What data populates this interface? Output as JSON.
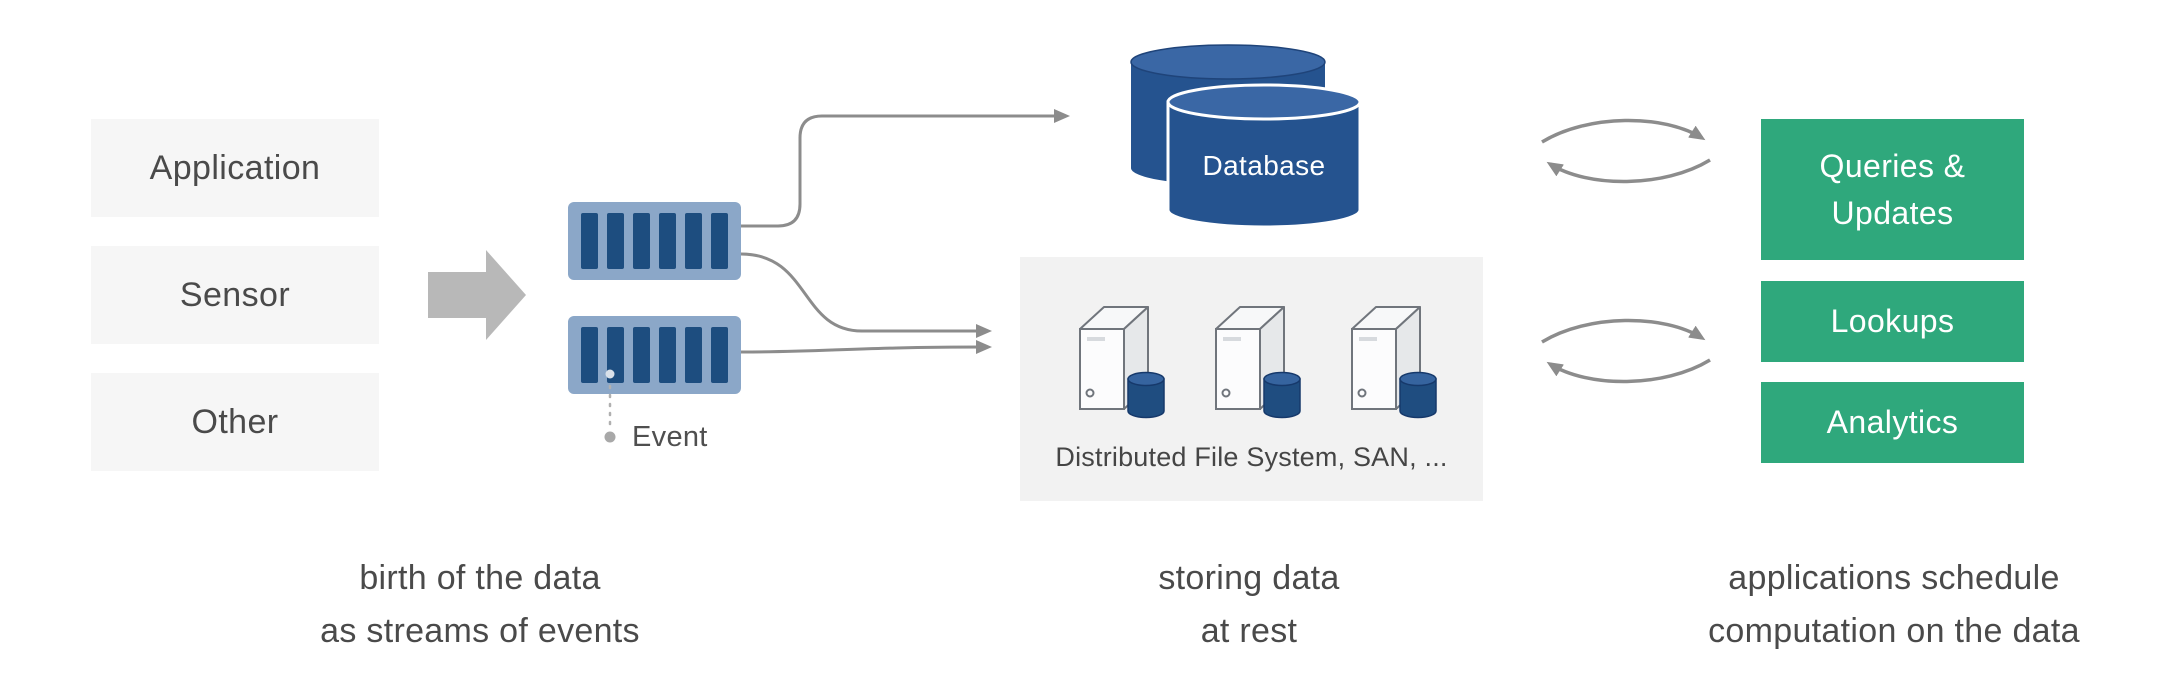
{
  "sources": {
    "items": [
      {
        "label": "Application"
      },
      {
        "label": "Sensor"
      },
      {
        "label": "Other"
      }
    ]
  },
  "streams": {
    "event_label": "Event"
  },
  "storage": {
    "database_label": "Database",
    "filesystem_label": "Distributed File System, SAN, ..."
  },
  "applications": {
    "items": [
      {
        "label": "Queries & Updates"
      },
      {
        "label": "Lookups"
      },
      {
        "label": "Analytics"
      }
    ]
  },
  "captions": {
    "left": {
      "line1": "birth of the data",
      "line2": "as streams of events"
    },
    "middle": {
      "line1": "storing data",
      "line2": "at rest"
    },
    "right": {
      "line1": "applications schedule",
      "line2": "computation on the data"
    }
  },
  "icons": {
    "flow_arrow": "big-right-arrow",
    "stream_box": "log-stream-bars",
    "database": "stacked-cylinders",
    "server": "server-tower-with-disk",
    "sync": "bidirectional-curved-arrows"
  },
  "colors": {
    "source_box_bg": "#f6f6f6",
    "stream_box_bg": "#8ba7c8",
    "stream_bar": "#1d4d7f",
    "database_body": "#25538f",
    "database_top": "#3a67a5",
    "filesystem_bg": "#f2f2f2",
    "green_box_bg": "#2fa87c",
    "connector_gray": "#8c8c8c",
    "big_arrow_gray": "#b8b8b8",
    "text_dark": "#4a4a4a"
  }
}
